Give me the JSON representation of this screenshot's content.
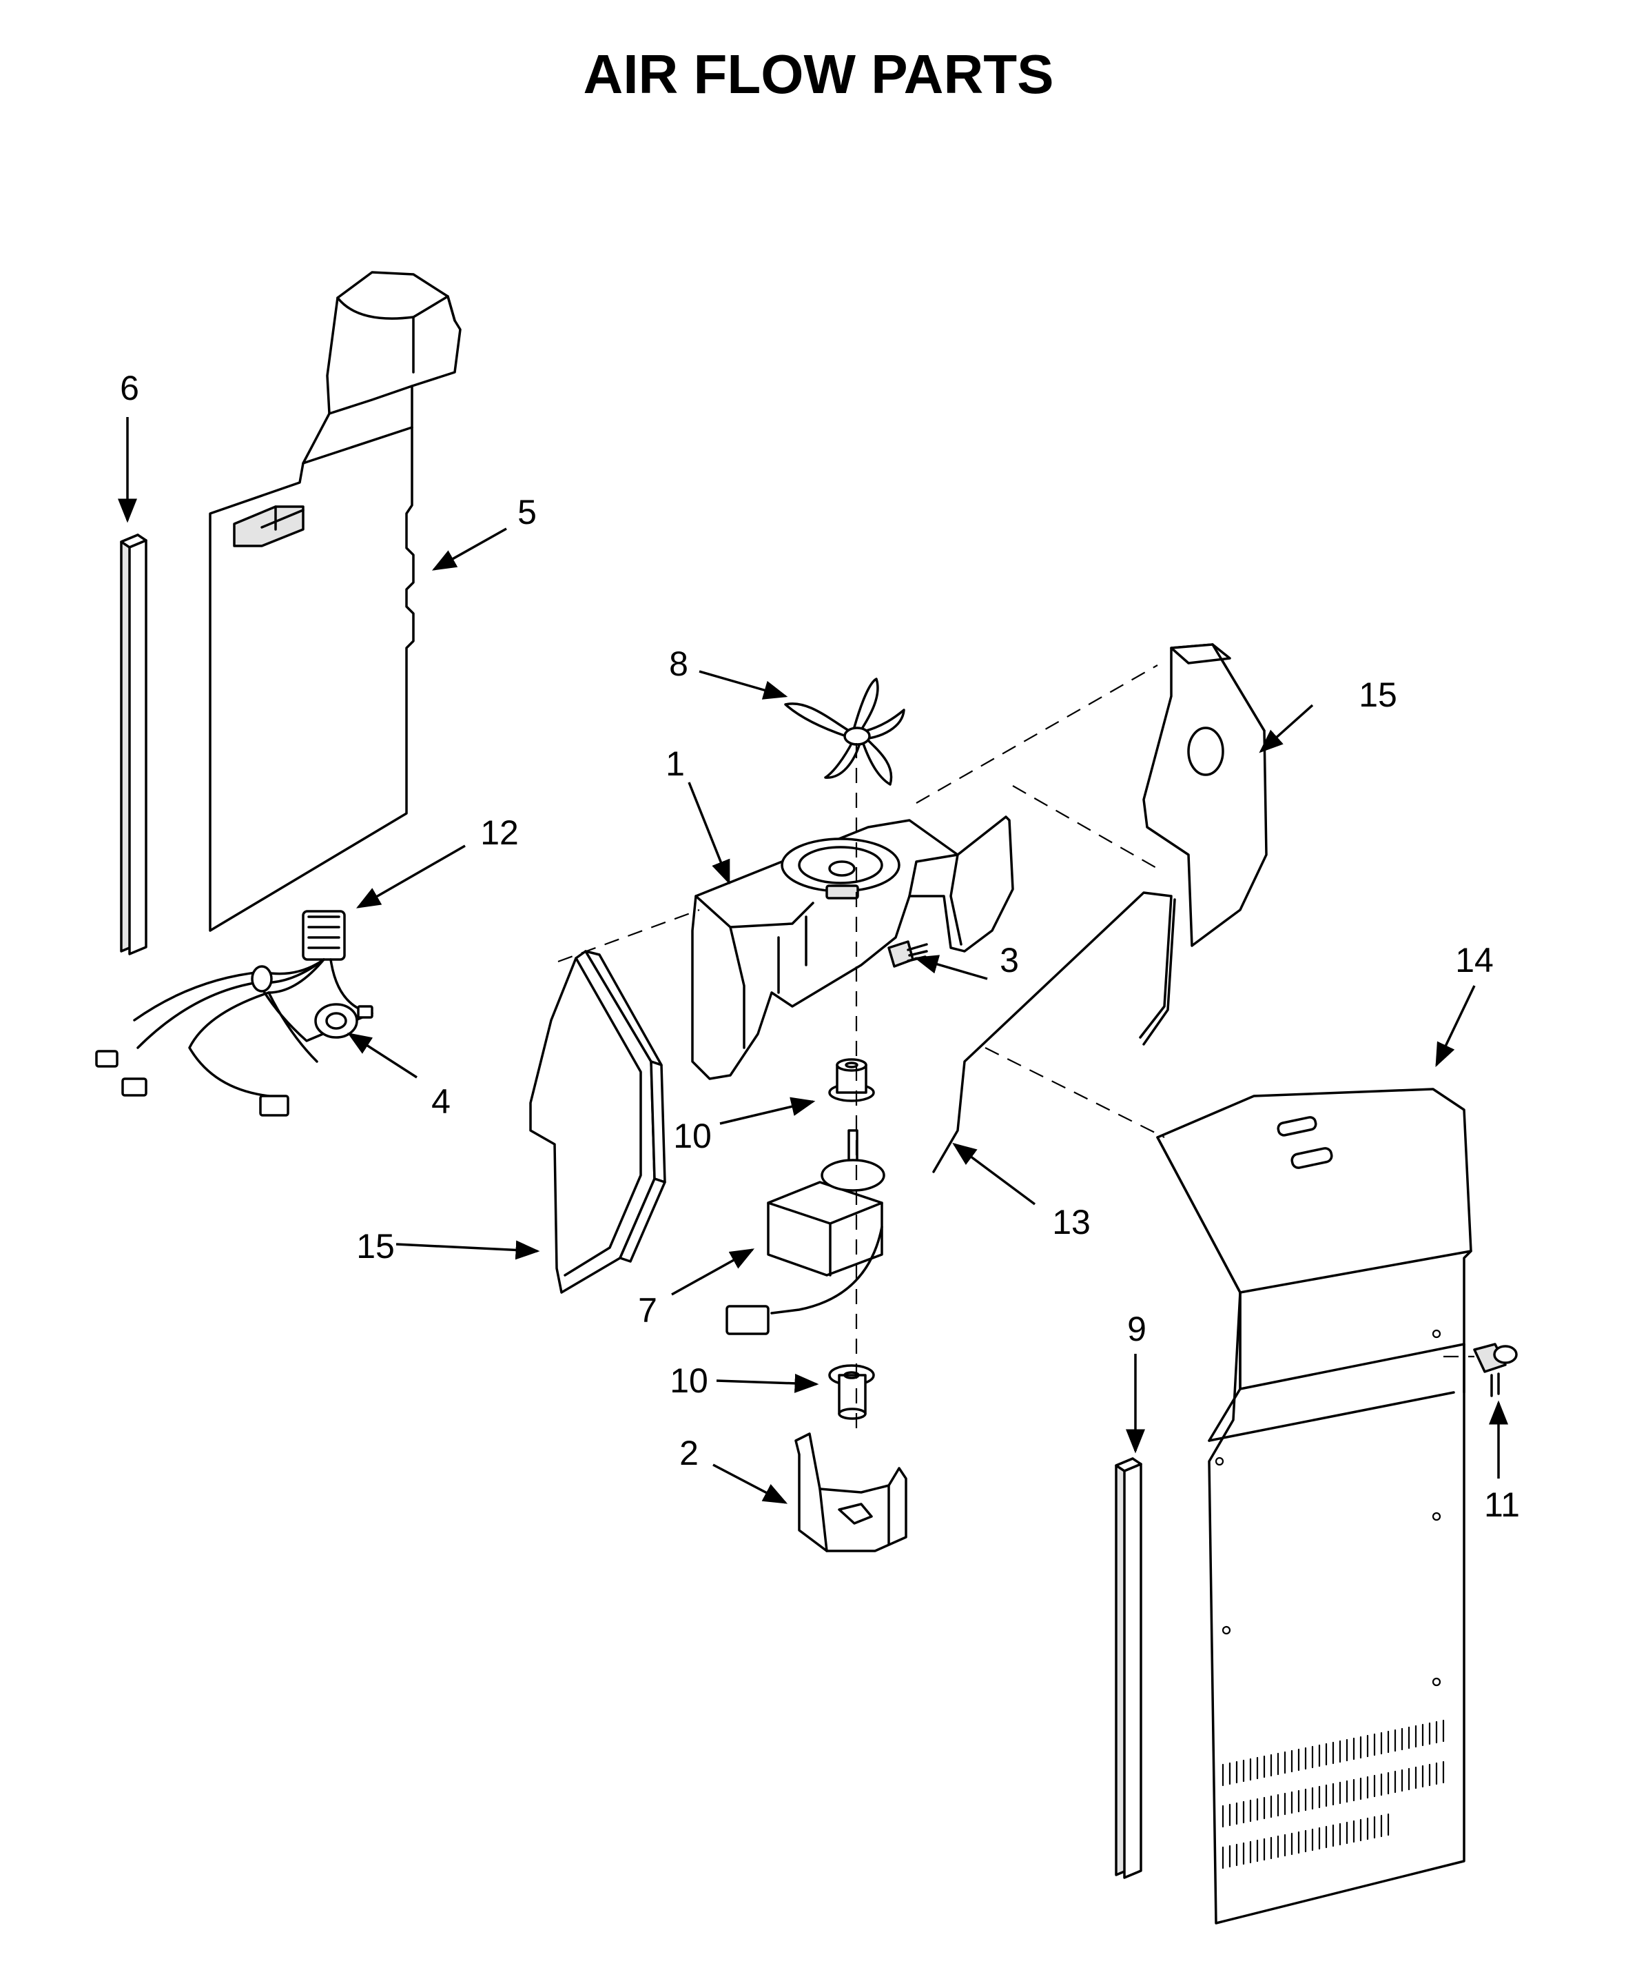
{
  "title": "AIR FLOW PARTS",
  "callouts": [
    {
      "id": "c1",
      "label": "1"
    },
    {
      "id": "c2",
      "label": "2"
    },
    {
      "id": "c3",
      "label": "3"
    },
    {
      "id": "c4",
      "label": "4"
    },
    {
      "id": "c5",
      "label": "5"
    },
    {
      "id": "c6",
      "label": "6"
    },
    {
      "id": "c7",
      "label": "7"
    },
    {
      "id": "c8",
      "label": "8"
    },
    {
      "id": "c9",
      "label": "9"
    },
    {
      "id": "c10a",
      "label": "10"
    },
    {
      "id": "c10b",
      "label": "10"
    },
    {
      "id": "c11",
      "label": "11"
    },
    {
      "id": "c12",
      "label": "12"
    },
    {
      "id": "c13",
      "label": "13"
    },
    {
      "id": "c14",
      "label": "14"
    },
    {
      "id": "c15a",
      "label": "15"
    },
    {
      "id": "c15b",
      "label": "15"
    }
  ],
  "colors": {
    "ink": "#000000",
    "paper": "#ffffff",
    "shade": "#e4e4e4"
  }
}
